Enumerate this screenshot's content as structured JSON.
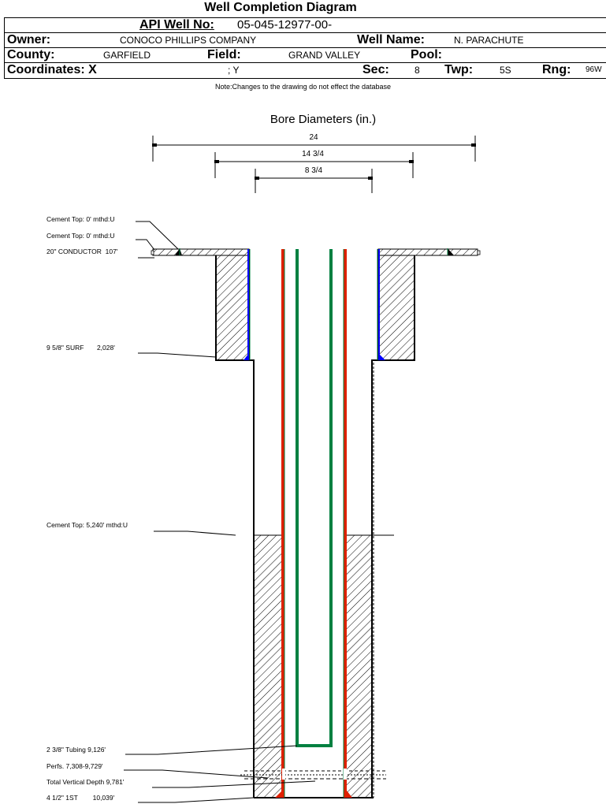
{
  "header": {
    "title": "Well Completion Diagram",
    "api_label": "API Well No:",
    "api_value": "05-045-12977-00-",
    "owner_label": "Owner:",
    "owner_value": "CONOCO PHILLIPS COMPANY",
    "well_name_label": "Well Name:",
    "well_name_value": "N. PARACHUTE",
    "county_label": "County:",
    "county_value": "GARFIELD",
    "field_label": "Field:",
    "field_value": "GRAND VALLEY",
    "pool_label": "Pool:",
    "pool_value": "",
    "coords_label": "Coordinates: X",
    "coords_y": "; Y",
    "sec_label": "Sec:",
    "sec_value": "8",
    "twp_label": "Twp:",
    "twp_value": "5S",
    "rng_label": "Rng:",
    "rng_value": "96W",
    "note": "Note:Changes to the drawing do not effect the database"
  },
  "diagram": {
    "bore_title": "Bore Diameters (in.)",
    "bore_diameters": [
      "24",
      "14 3/4",
      "8 3/4"
    ],
    "annotations": [
      "Cement Top: 0' mthd:U",
      "Cement Top: 0' mthd:U",
      "20\" CONDUCTOR  107'",
      "9 5/8\" SURF       2,028'",
      "Cement Top: 5,240' mthd:U",
      "2 3/8\" Tubing 9,126'",
      "Perfs. 7,308-9,729'",
      "Total Vertical Depth 9,781'",
      "4 1/2\" 1ST        10,039'"
    ],
    "colors": {
      "surface_casing": "#0000ff",
      "production_casing": "#e02000",
      "tubing": "#008040",
      "cement_hatch": "#000000"
    }
  }
}
